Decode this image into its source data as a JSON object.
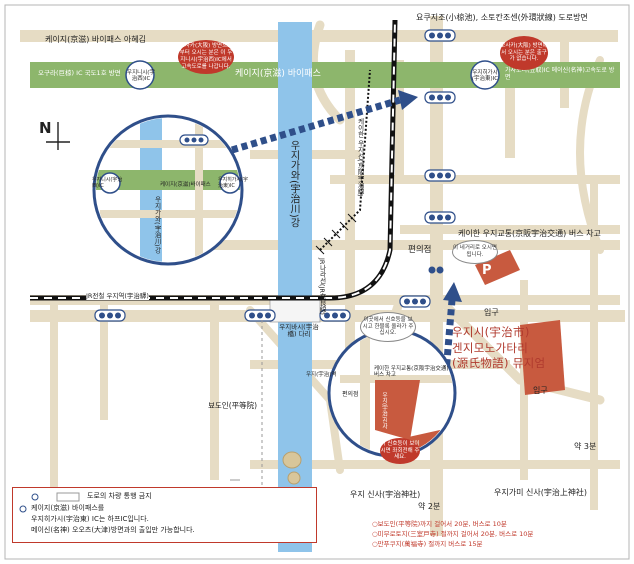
{
  "labels": {
    "top_road": "요쿠지조(小椋池), 소토칸조센(外環狀線) 도로방면",
    "keiji_bypass_ashahi": "케이지(京滋) 바이패스 아혜김",
    "ogura_ic": "오구라(巨椋) IC 국도1호 방면",
    "keiji_bypass_main": "케이지(京滋) 바이패스",
    "kasatori_ic": "가사토리(笠取)IC 메이신(名神)고속도로 방면",
    "uji_river": "우지가와(宇治川)강",
    "keihan_line": "케이한 우지선(京阪宇治線)",
    "jr_nara_line": "JR나라선(JR奈良線)",
    "jr_uji_station": "JR전철 우지역(宇治驛)",
    "convenience_store": "편의점",
    "keihan_bus_stop": "케이한 우지교통(京阪宇治交通) 버스 차고",
    "uji_bridge": "우지바시(宇治橋) 다리",
    "byodoin": "뵤도인(平等院)",
    "entrance_1": "입구",
    "entrance_2": "입구",
    "uji_shrine": "우지 신사(宇治神社)",
    "ujigami_shrine": "우지가미 신사(宇治上神社)",
    "approx_2min": "약 2분",
    "approx_3min": "약 3분",
    "inset_uji_river": "우지가와(宇治川)강",
    "inset_ic": "우지니시(宇治西)IC",
    "inset_bypass": "케이지(京滋)바이패스",
    "inset_ic_right": "우지히가시(宇治東)IC",
    "inset_bus": "케이한 우지교통(京阪宇治交通) 버스 차고",
    "inset_uji_station": "우지(宇治)역",
    "inset_conv": "편의점",
    "inset_shrine": "우지(宇治)신사",
    "ic_left": "우지니시(宇治西)IC",
    "ic_right": "우지히가시(宇治東)IC",
    "museum_line1": "우지시(宇治市)",
    "museum_line2": "겐지모노가타리",
    "museum_line3": "(源氏物語) 뮤지엄",
    "parking": "P"
  },
  "bubbles": {
    "top_left": "오사카(大阪) 방면으로부터 오시는 분은 이 우지니시(宇治西)IC에서 고속도로를 나갑니다.",
    "top_right": "오사카(大阪) 방면에서 오시는 분은 출구가 없습니다.",
    "conv_note": "이 네거리로 오시면 됩니다.",
    "inset_note": "이곳에서 신호등을 보시고 한블록 올라가 주십시오.",
    "inset_bubble": "이 신호등이 보이시면 좌회전해 주세요."
  },
  "legend": {
    "row1": "도로의 차량 통행 금지",
    "row2": "케이지(京滋) 바이패스를",
    "row3": "우지히가시(宇治東) IC는 하프IC입니다.",
    "row4": "메이신(名神) 오오츠(大津)방면과의 출입만 가능합니다."
  },
  "notes": [
    "○보도인(平等院)까지 걸어서 20분, 버스로 10분",
    "○미무로토지(三室戸寺) 절까지 걸어서 20분, 버스로 10분",
    "○만푸쿠지(萬福寺) 절까지 버스로 15분"
  ],
  "colors": {
    "road": "#e6dcc4",
    "bypass": "#8db66c",
    "river": "#8fc4ea",
    "rail": "#111111",
    "signal": "#2f4f8a",
    "route_arrow": "#2f4f8a",
    "accent": "#c0392b"
  },
  "compass": "N"
}
